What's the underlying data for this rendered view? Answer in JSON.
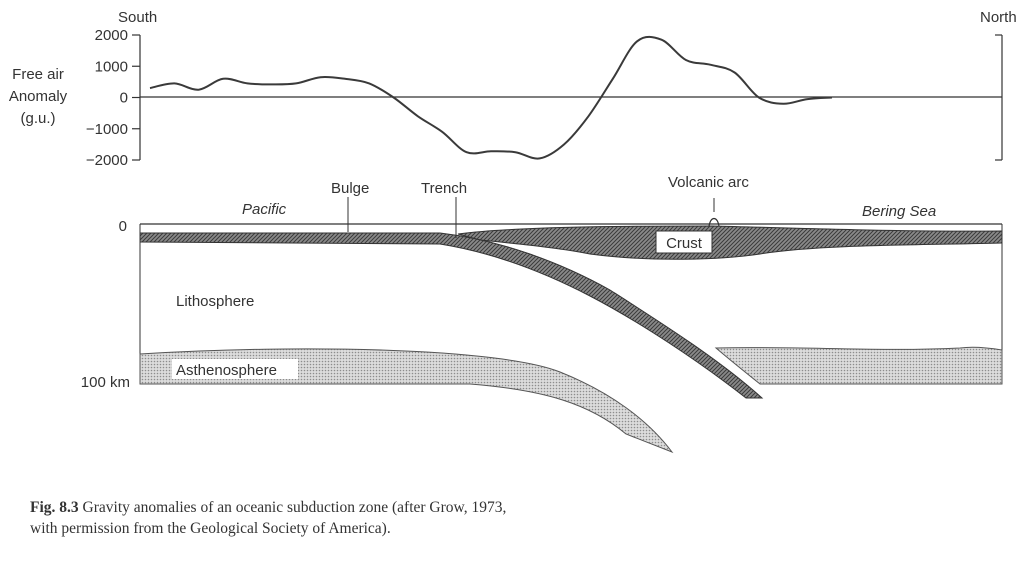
{
  "gravity_panel": {
    "south_label": "South",
    "north_label": "North",
    "ylabel_lines": [
      "Free air",
      "Anomaly",
      "(g.u.)"
    ],
    "ticks": [
      "2000",
      "1000",
      "0",
      "−1000",
      "−2000"
    ]
  },
  "section_panel": {
    "depth_top": "0",
    "depth_bottom": "100 km",
    "labels": {
      "pacific": "Pacific",
      "bering_sea": "Bering Sea",
      "bulge": "Bulge",
      "trench": "Trench",
      "volcanic_arc": "Volcanic arc",
      "crust": "Crust",
      "lithosphere": "Lithosphere",
      "asthenosphere": "Asthenosphere"
    }
  },
  "caption": {
    "number": "Fig. 8.3",
    "text": "Gravity anomalies of an oceanic subduction zone (after Grow, 1973, with permission from the Geological Society of America)."
  },
  "chart_data": {
    "type": "line",
    "ylabel": "Free air Anomaly (g.u.)",
    "ylim": [
      -2000,
      2000
    ],
    "yticks": [
      2000,
      1000,
      0,
      -1000,
      -2000
    ],
    "series": [
      {
        "values": [
          300,
          450,
          250,
          600,
          450,
          420,
          450,
          650,
          600,
          450,
          0,
          -600,
          -1100,
          -1750,
          -1720,
          -1750,
          -1950,
          -1500,
          -600,
          600,
          1800,
          1850,
          1200,
          1050,
          800,
          0,
          -200,
          -50,
          0
        ]
      }
    ]
  }
}
